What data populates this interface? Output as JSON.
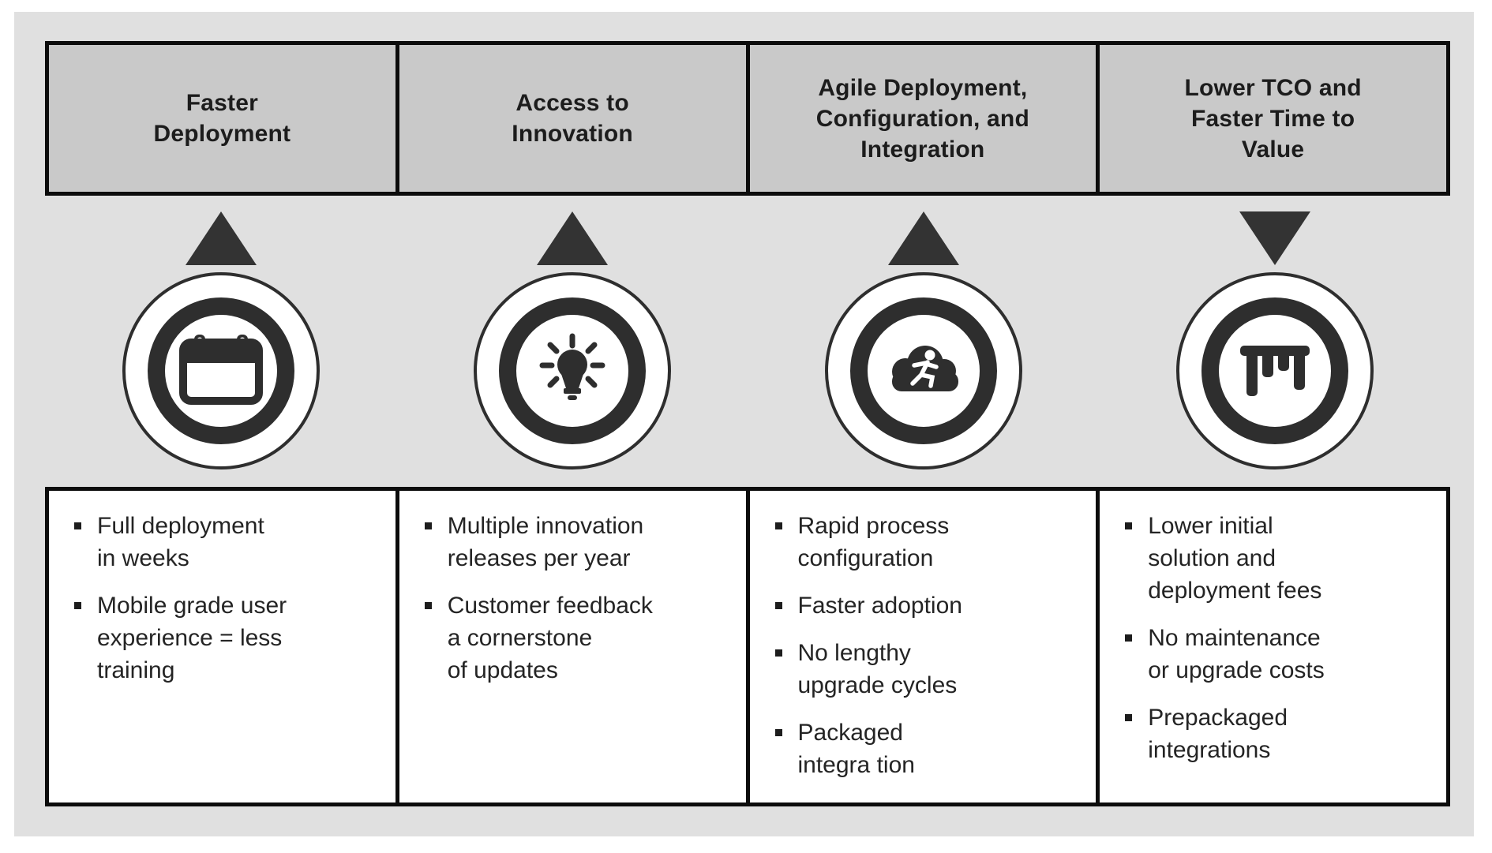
{
  "diagram": {
    "background_color": "#e0e0e0",
    "header_fill_color": "#c9c9c9",
    "accent_dark_color": "#2e2e2e",
    "border_color": "#0c0c0c"
  },
  "columns": [
    {
      "header": "Faster\nDeployment",
      "arrow": "up-triangle",
      "icon": "calendar-icon",
      "bullets": [
        "Full deployment\nin weeks",
        "Mobile grade user\nexperience = less\ntraining"
      ]
    },
    {
      "header": "Access to\nInnovation",
      "arrow": "up-triangle",
      "icon": "lightbulb-icon",
      "bullets": [
        "Multiple innovation\nreleases per year",
        "Customer feedback\na cornerstone\nof updates"
      ]
    },
    {
      "header": "Agile Deployment,\nConfiguration, and\nIntegration",
      "arrow": "up-triangle",
      "icon": "cloud-running-person-icon",
      "bullets": [
        "Rapid process\nconfiguration",
        "Faster adoption",
        "No lengthy\nupgrade cycles",
        "Packaged\nintegra tion"
      ]
    },
    {
      "header": "Lower TCO and\nFaster Time to\nValue",
      "arrow": "down-triangle",
      "icon": "hanging-bar-chart-icon",
      "bullets": [
        "Lower initial\nsolution and\ndeployment fees",
        "No maintenance\nor upgrade costs",
        "Prepackaged\nintegrations"
      ]
    }
  ]
}
